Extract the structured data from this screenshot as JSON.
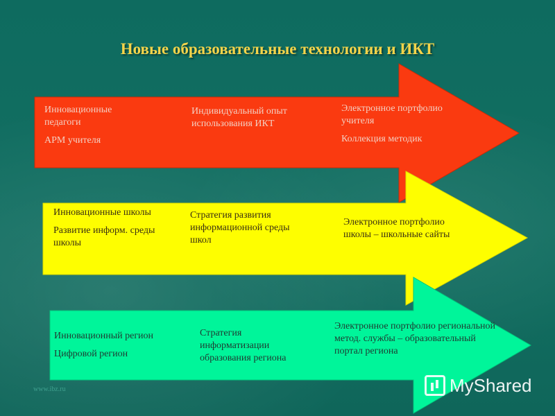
{
  "slide": {
    "title": "Новые образовательные технологии и ИКТ",
    "footer": "www.ibz.ru",
    "logo_text": "MyShared",
    "colors": {
      "background": "#0f6a5e",
      "title": "#f4d44a",
      "arrow_red": "#fa3a10",
      "arrow_yellow": "#fefe00",
      "arrow_green": "#00f59a"
    }
  },
  "rows": [
    {
      "color": "red",
      "col1": [
        "Инновационные педагоги",
        "АРМ учителя"
      ],
      "col2": [
        "Индивидуальный опыт использования ИКТ"
      ],
      "col3": [
        "Электронное портфолио учителя",
        "Коллекция методик"
      ]
    },
    {
      "color": "yellow",
      "col1": [
        "Инновационные школы",
        "Развитие информ. среды школы"
      ],
      "col2": [
        "Стратегия развития информационной среды школ"
      ],
      "col3": [
        "Электронное портфолио школы – школьные сайты"
      ]
    },
    {
      "color": "green",
      "col1": [
        "Инновационный регион",
        "Цифровой регион"
      ],
      "col2": [
        "Стратегия информатизации образования региона"
      ],
      "col3": [
        "Электронное портфолио региональной метод. службы – образовательный портал региона"
      ]
    }
  ]
}
